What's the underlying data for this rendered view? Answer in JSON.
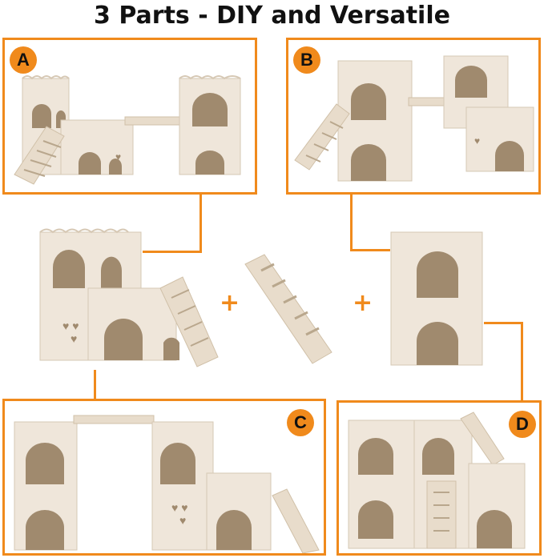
{
  "title": "3 Parts - DIY and Versatile",
  "panels": [
    {
      "label": "A"
    },
    {
      "label": "B"
    },
    {
      "label": "C"
    },
    {
      "label": "D"
    }
  ],
  "plus_signs": [
    "+",
    "+"
  ],
  "colors": {
    "accent": "#f08a1c",
    "wood": "#efe6da",
    "wood_shadow": "#dccfbd",
    "hole": "#a08a6e"
  },
  "icons": [
    "heart-icon"
  ]
}
